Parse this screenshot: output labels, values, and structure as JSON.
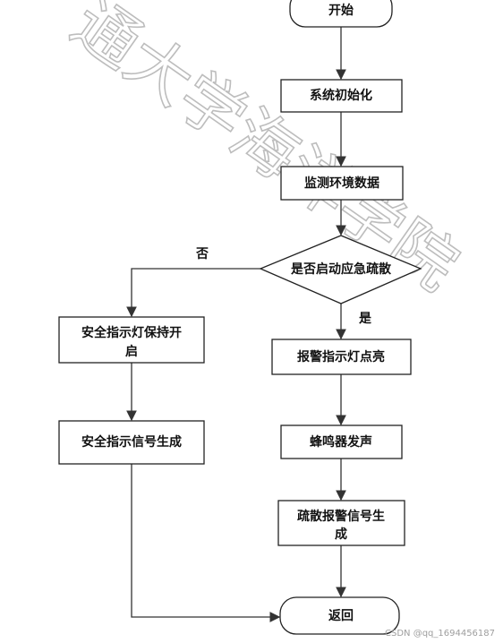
{
  "flowchart": {
    "nodes": {
      "start": "开始",
      "init": "系统初始化",
      "monitor": "监测环境数据",
      "decision": "是否启动应急疏散",
      "alarm_light": "报警指示灯点亮",
      "buzzer": "蜂鸣器发声",
      "evac_signal": [
        "疏散报警信号生",
        "成"
      ],
      "safe_light": [
        "安全指示灯保持开",
        "启"
      ],
      "safe_signal": "安全指示信号生成",
      "return": "返回"
    },
    "edge_labels": {
      "no": "否",
      "yes": "是"
    }
  },
  "watermark": "通大学海洋学院",
  "credit": "CSDN @qq_1694456187"
}
